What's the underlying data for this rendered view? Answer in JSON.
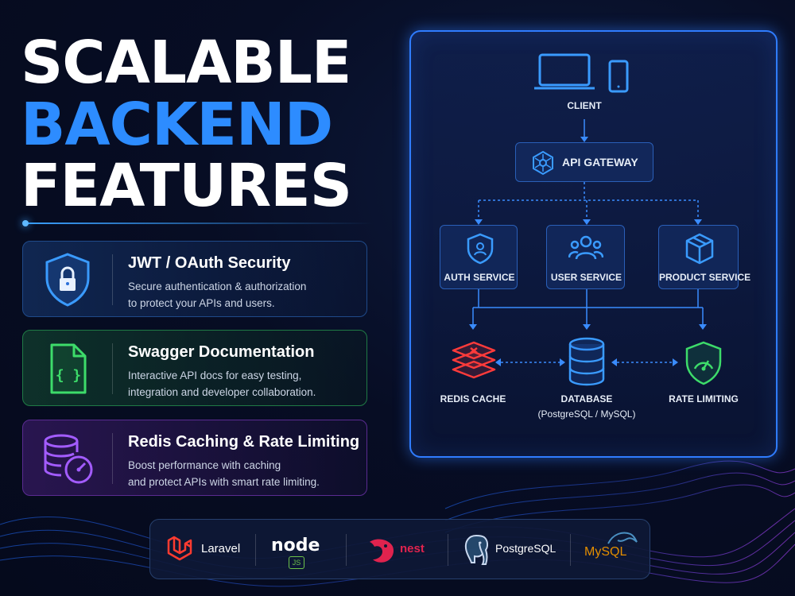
{
  "hero": {
    "line1": "SCALABLE",
    "line2": "BACKEND",
    "line3": "FEATURES",
    "accent_color": "#2d8cff"
  },
  "features": [
    {
      "title": "JWT / OAuth Security",
      "desc_line1": "Secure authentication & authorization",
      "desc_line2": "to protect your APIs and users.",
      "icon": "shield-lock-icon",
      "color": "#3a9bff"
    },
    {
      "title": "Swagger Documentation",
      "desc_line1": "Interactive API docs for easy testing,",
      "desc_line2": "integration and developer collaboration.",
      "icon": "code-file-icon",
      "color": "#3ddc6a"
    },
    {
      "title": "Redis Caching & Rate Limiting",
      "desc_line1": "Boost performance with caching",
      "desc_line2": "and protect APIs with smart rate limiting.",
      "icon": "database-gauge-icon",
      "color": "#a35cff"
    }
  ],
  "architecture": {
    "client": "CLIENT",
    "gateway": "API GATEWAY",
    "services": [
      "AUTH SERVICE",
      "USER SERVICE",
      "PRODUCT SERVICE"
    ],
    "redis": "REDIS CACHE",
    "database": "DATABASE",
    "database_sub": "(PostgreSQL / MySQL)",
    "rate_limiting": "RATE LIMITING",
    "line_color": "#3a8cff"
  },
  "tech_stack": {
    "laravel": "Laravel",
    "nest": "nest",
    "postgres": "PostgreSQL",
    "node_text": "node",
    "node_badge": "JS",
    "mysql": "MySQL"
  }
}
